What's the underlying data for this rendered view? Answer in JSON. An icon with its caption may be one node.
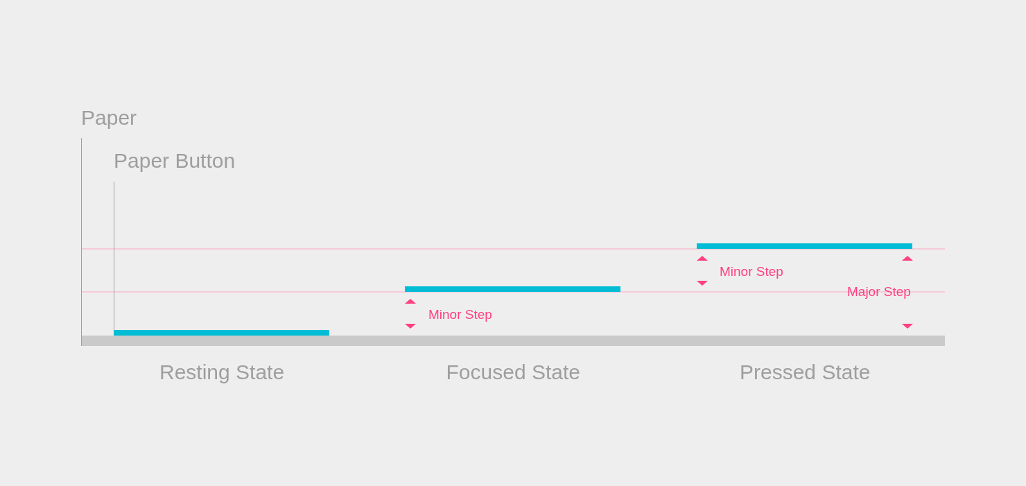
{
  "diagram": {
    "labels": [
      "Paper",
      "Paper Button",
      "Minor Step",
      "Major Step",
      "Minor Step",
      "Resting State",
      "Focused State",
      "Pressed State"
    ]
  }
}
